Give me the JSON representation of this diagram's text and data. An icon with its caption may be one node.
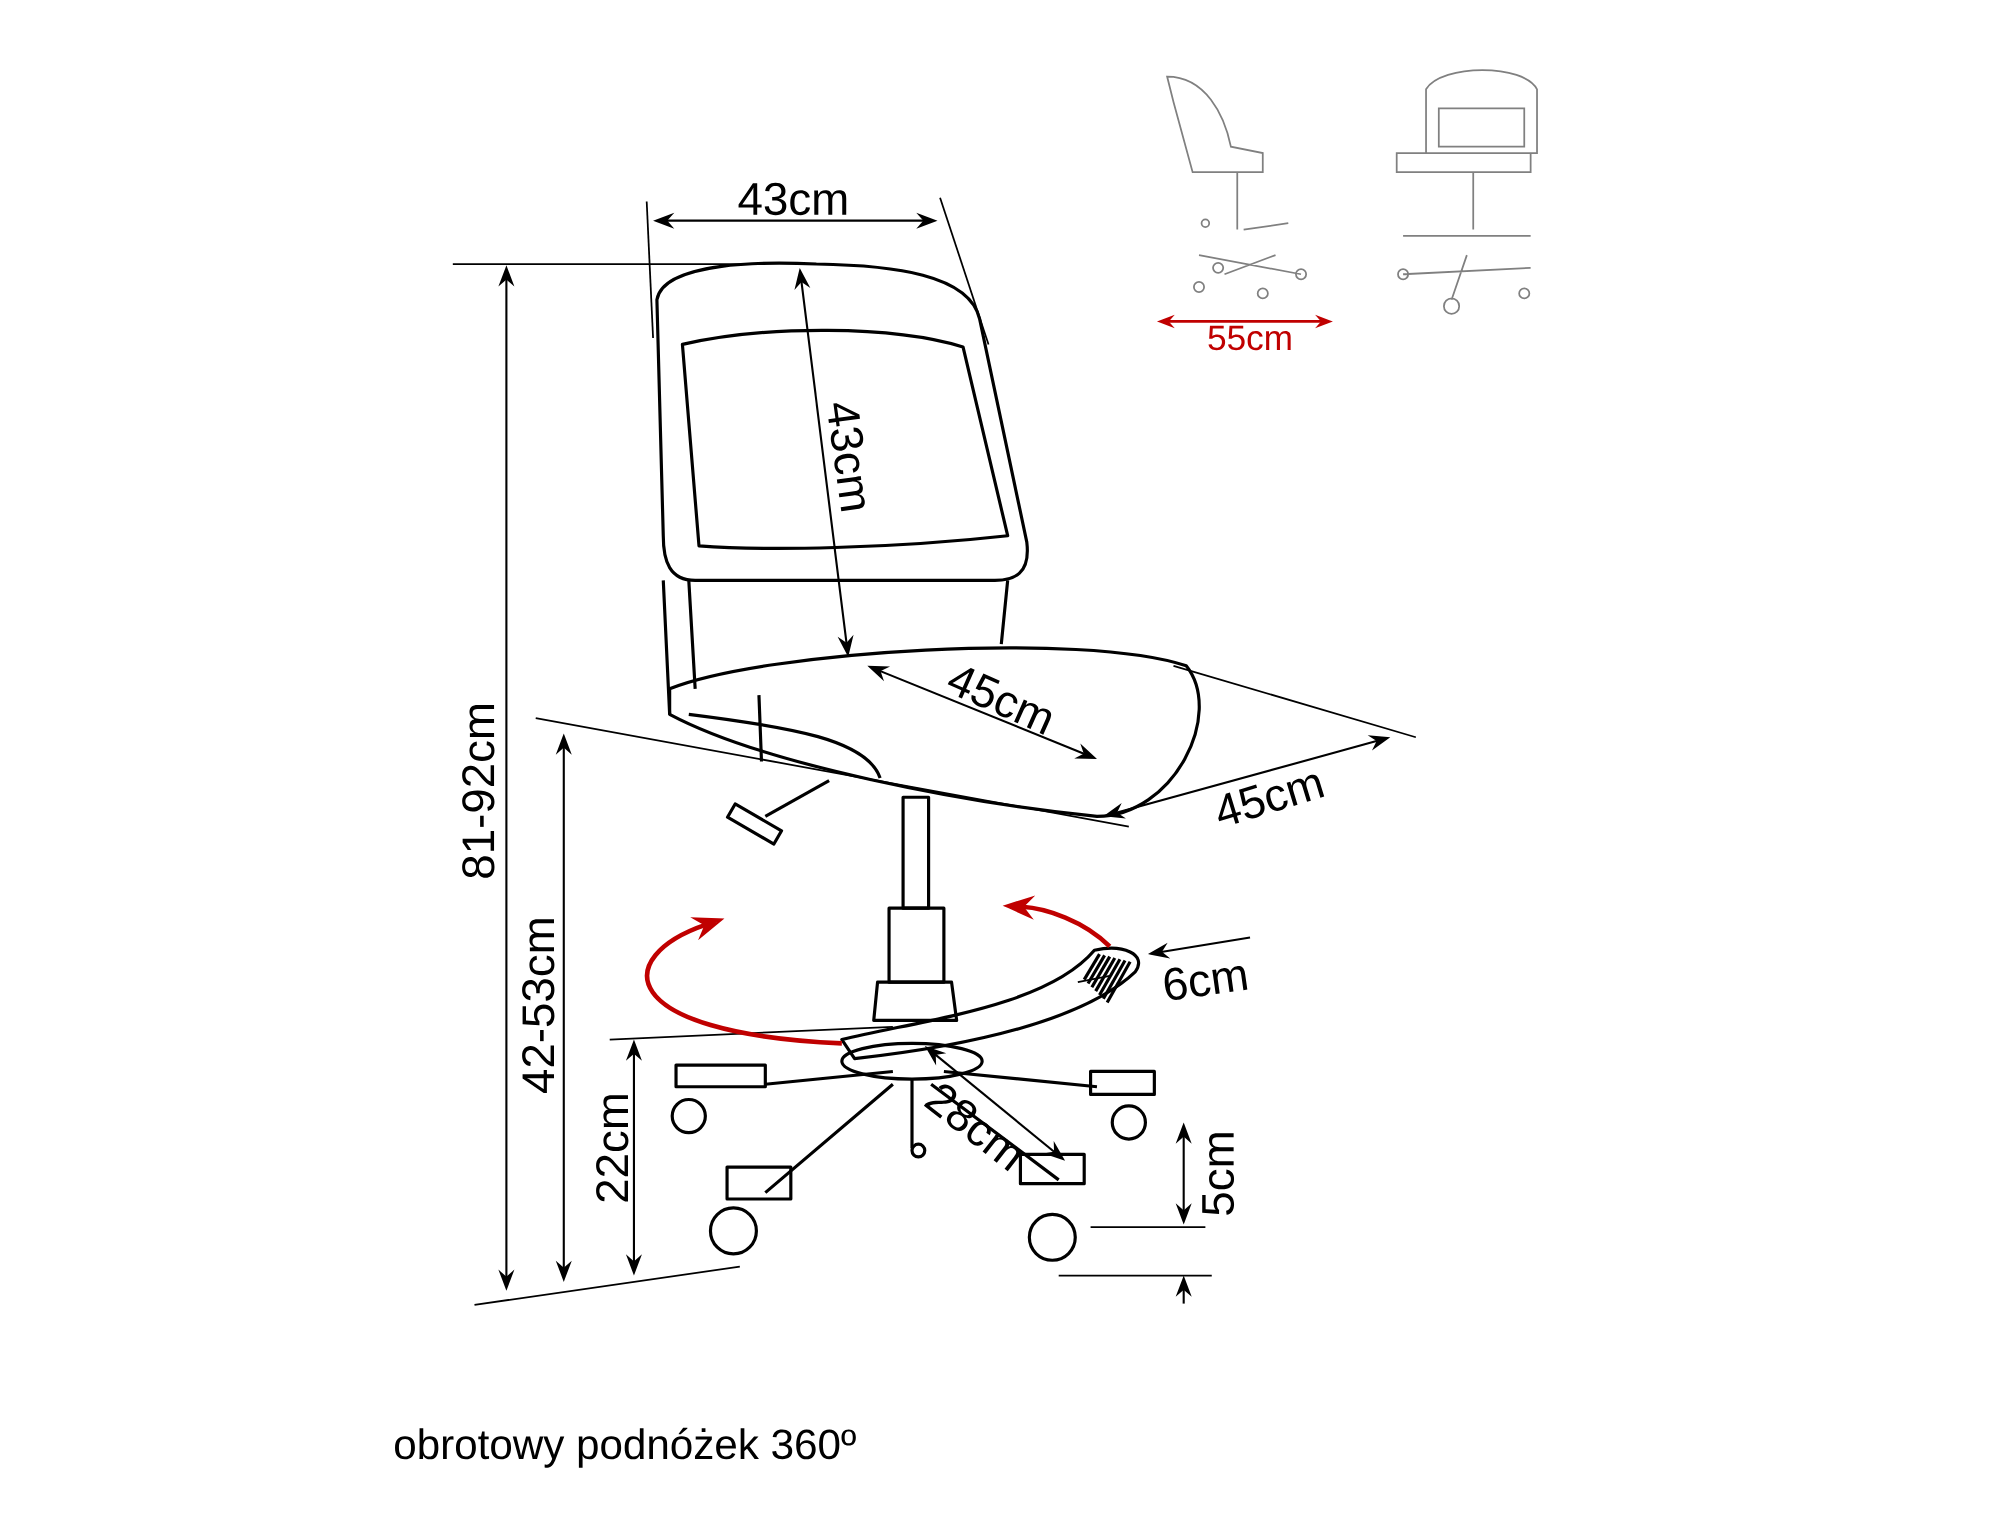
{
  "diagram": {
    "caption": "obrotowy podnóżek 360º",
    "labels": [
      "43cm",
      "55cm",
      "43cm",
      "45cm",
      "81-92cm",
      "45cm",
      "6cm",
      "42-53cm",
      "28cm",
      "22cm",
      "5cm"
    ]
  }
}
